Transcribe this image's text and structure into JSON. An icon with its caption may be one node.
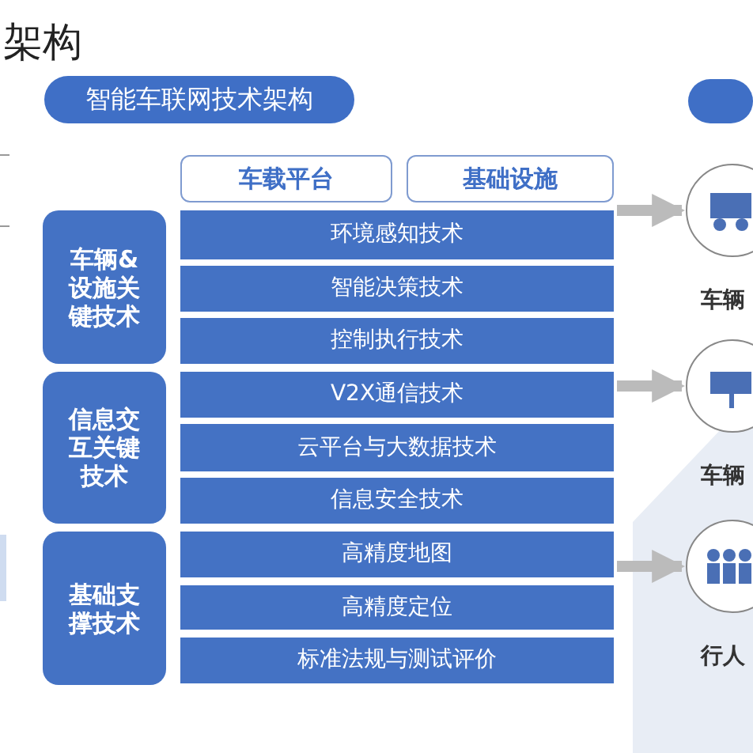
{
  "diagram": {
    "title": "架构",
    "nodes": [
      {
        "text": [
          "智能车联网技术架构"
        ]
      },
      {
        "text": [
          "车载平台"
        ]
      },
      {
        "text": [
          "基础设施"
        ]
      },
      {
        "text": [
          "车辆&设施关键技术"
        ]
      },
      {
        "text": [
          "信息交互关键技术"
        ]
      },
      {
        "text": [
          "基础支撑技术"
        ]
      },
      {
        "text": [
          "环境感知技术"
        ]
      },
      {
        "text": [
          "智能决策技术"
        ]
      },
      {
        "text": [
          "控制执行技术"
        ]
      },
      {
        "text": [
          "V2X通信技术"
        ]
      },
      {
        "text": [
          "云平台与大数据技术"
        ]
      },
      {
        "text": [
          "信息安全技术"
        ]
      },
      {
        "text": [
          "高精度地图"
        ]
      },
      {
        "text": [
          "高精度定位"
        ]
      },
      {
        "text": [
          "标准法规与测试评价"
        ]
      },
      {
        "text": [],
        "shape": "circle",
        "beside": [
          "车辆"
        ]
      },
      {
        "text": [],
        "shape": "circle",
        "beside": [
          "车辆"
        ]
      },
      {
        "text": [],
        "shape": "circle",
        "beside": [
          "行人"
        ]
      }
    ],
    "edges": [
      {
        "from": 6,
        "to": 15,
        "arrow": "to"
      },
      {
        "from": 9,
        "to": 16,
        "arrow": "to"
      },
      {
        "from": 12,
        "to": 17,
        "arrow": "to"
      }
    ]
  }
}
